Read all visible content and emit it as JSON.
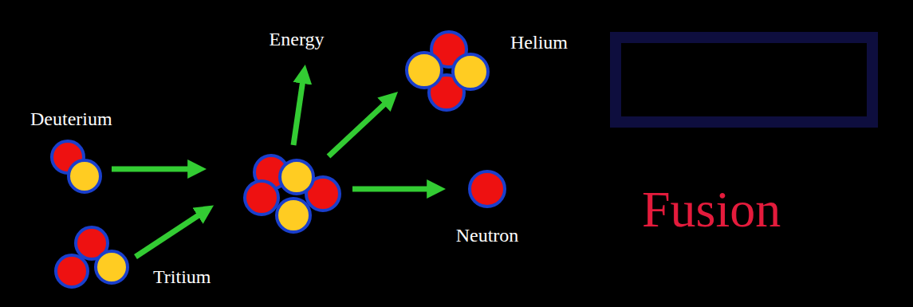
{
  "diagram": {
    "nodes": [
      {
        "text": [
          "Deuterium"
        ]
      },
      {
        "text": [
          "Tritium"
        ]
      },
      {
        "text": [
          "Helium"
        ]
      },
      {
        "text": [
          "Neutron"
        ]
      }
    ],
    "labels": [
      "Energy",
      "Fusion"
    ]
  }
}
